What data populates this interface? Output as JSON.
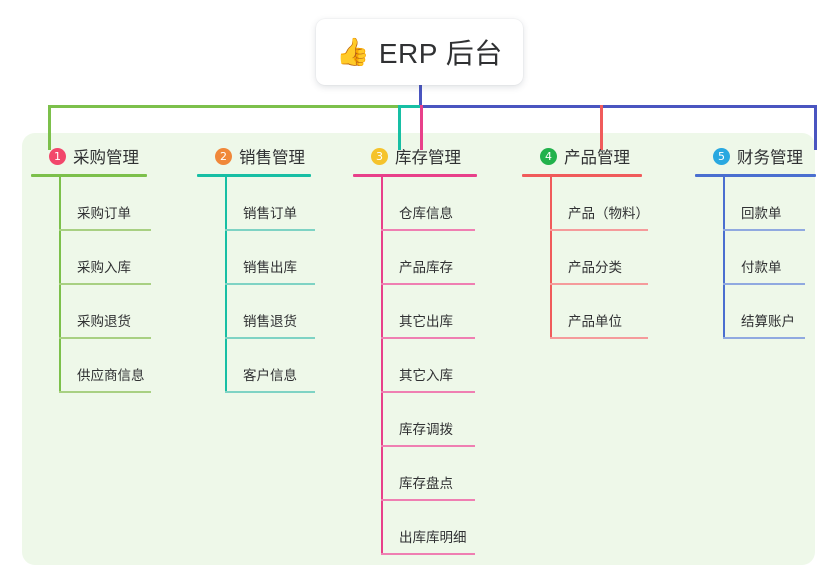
{
  "title": {
    "icon": "thumbs-up-icon",
    "icon_glyph": "👍",
    "text": "ERP 后台"
  },
  "palette": {
    "panel_bg": "#eef8e9",
    "page_bg": "#ffffff",
    "text": "#303133",
    "bus_green": "#7cc04b",
    "bus_teal": "#17bfa4",
    "bus_blue": "#4a55c0",
    "drop_pink": "#e8408a",
    "drop_red": "#f05b5b"
  },
  "columns": [
    {
      "number": "1",
      "title": "采购管理",
      "badge_color": "#f2476b",
      "line_color": "#7cc04b",
      "leaf_line_color": "#a8d082",
      "items": [
        "采购订单",
        "采购入库",
        "采购退货",
        "供应商信息"
      ]
    },
    {
      "number": "2",
      "title": "销售管理",
      "badge_color": "#f0883a",
      "line_color": "#17bfa4",
      "leaf_line_color": "#7ed3c4",
      "items": [
        "销售订单",
        "销售出库",
        "销售退货",
        "客户信息"
      ]
    },
    {
      "number": "3",
      "title": "库存管理",
      "badge_color": "#f5c32c",
      "line_color": "#e8408a",
      "leaf_line_color": "#ef7fb2",
      "items": [
        "仓库信息",
        "产品库存",
        "其它出库",
        "其它入库",
        "库存调拨",
        "库存盘点",
        "出库库明细"
      ]
    },
    {
      "number": "4",
      "title": "产品管理",
      "badge_color": "#22b24c",
      "line_color": "#f05b5b",
      "leaf_line_color": "#f59b9b",
      "items": [
        "产品（物料）",
        "产品分类",
        "产品单位"
      ]
    },
    {
      "number": "5",
      "title": "财务管理",
      "badge_color": "#29a8e0",
      "line_color": "#4a6fd0",
      "leaf_line_color": "#90a9e0",
      "items": [
        "回款单",
        "付款单",
        "结算账户"
      ]
    }
  ]
}
